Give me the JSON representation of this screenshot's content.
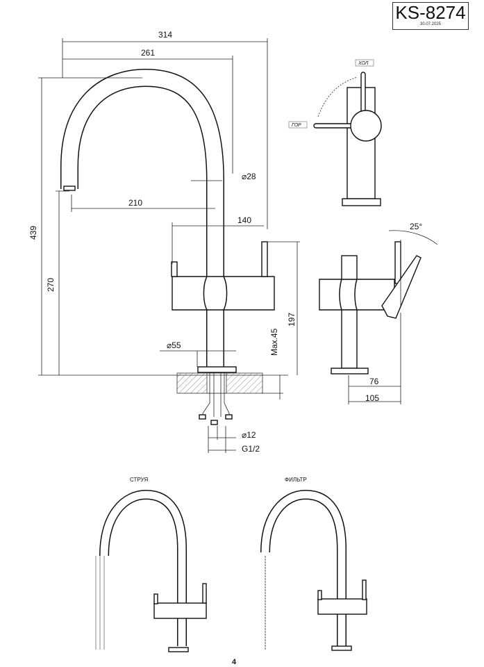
{
  "title_block": {
    "model": "KS-8274",
    "date": "30.07.2025"
  },
  "dimensions": {
    "d314": "314",
    "d261": "261",
    "d439": "439",
    "d270": "270",
    "d210": "210",
    "d28": "⌀28",
    "d140": "140",
    "d197": "197",
    "max45": "Max.45",
    "d55": "⌀55",
    "d12": "⌀12",
    "g12": "G1/2",
    "angle": "25°",
    "d76": "76",
    "d105": "105"
  },
  "handle_labels": {
    "cold": "ХОЛ",
    "hot": "ГОР"
  },
  "modes": {
    "stream": "СТРУЯ",
    "filter": "ФИЛЬТР"
  },
  "page_number": "4"
}
